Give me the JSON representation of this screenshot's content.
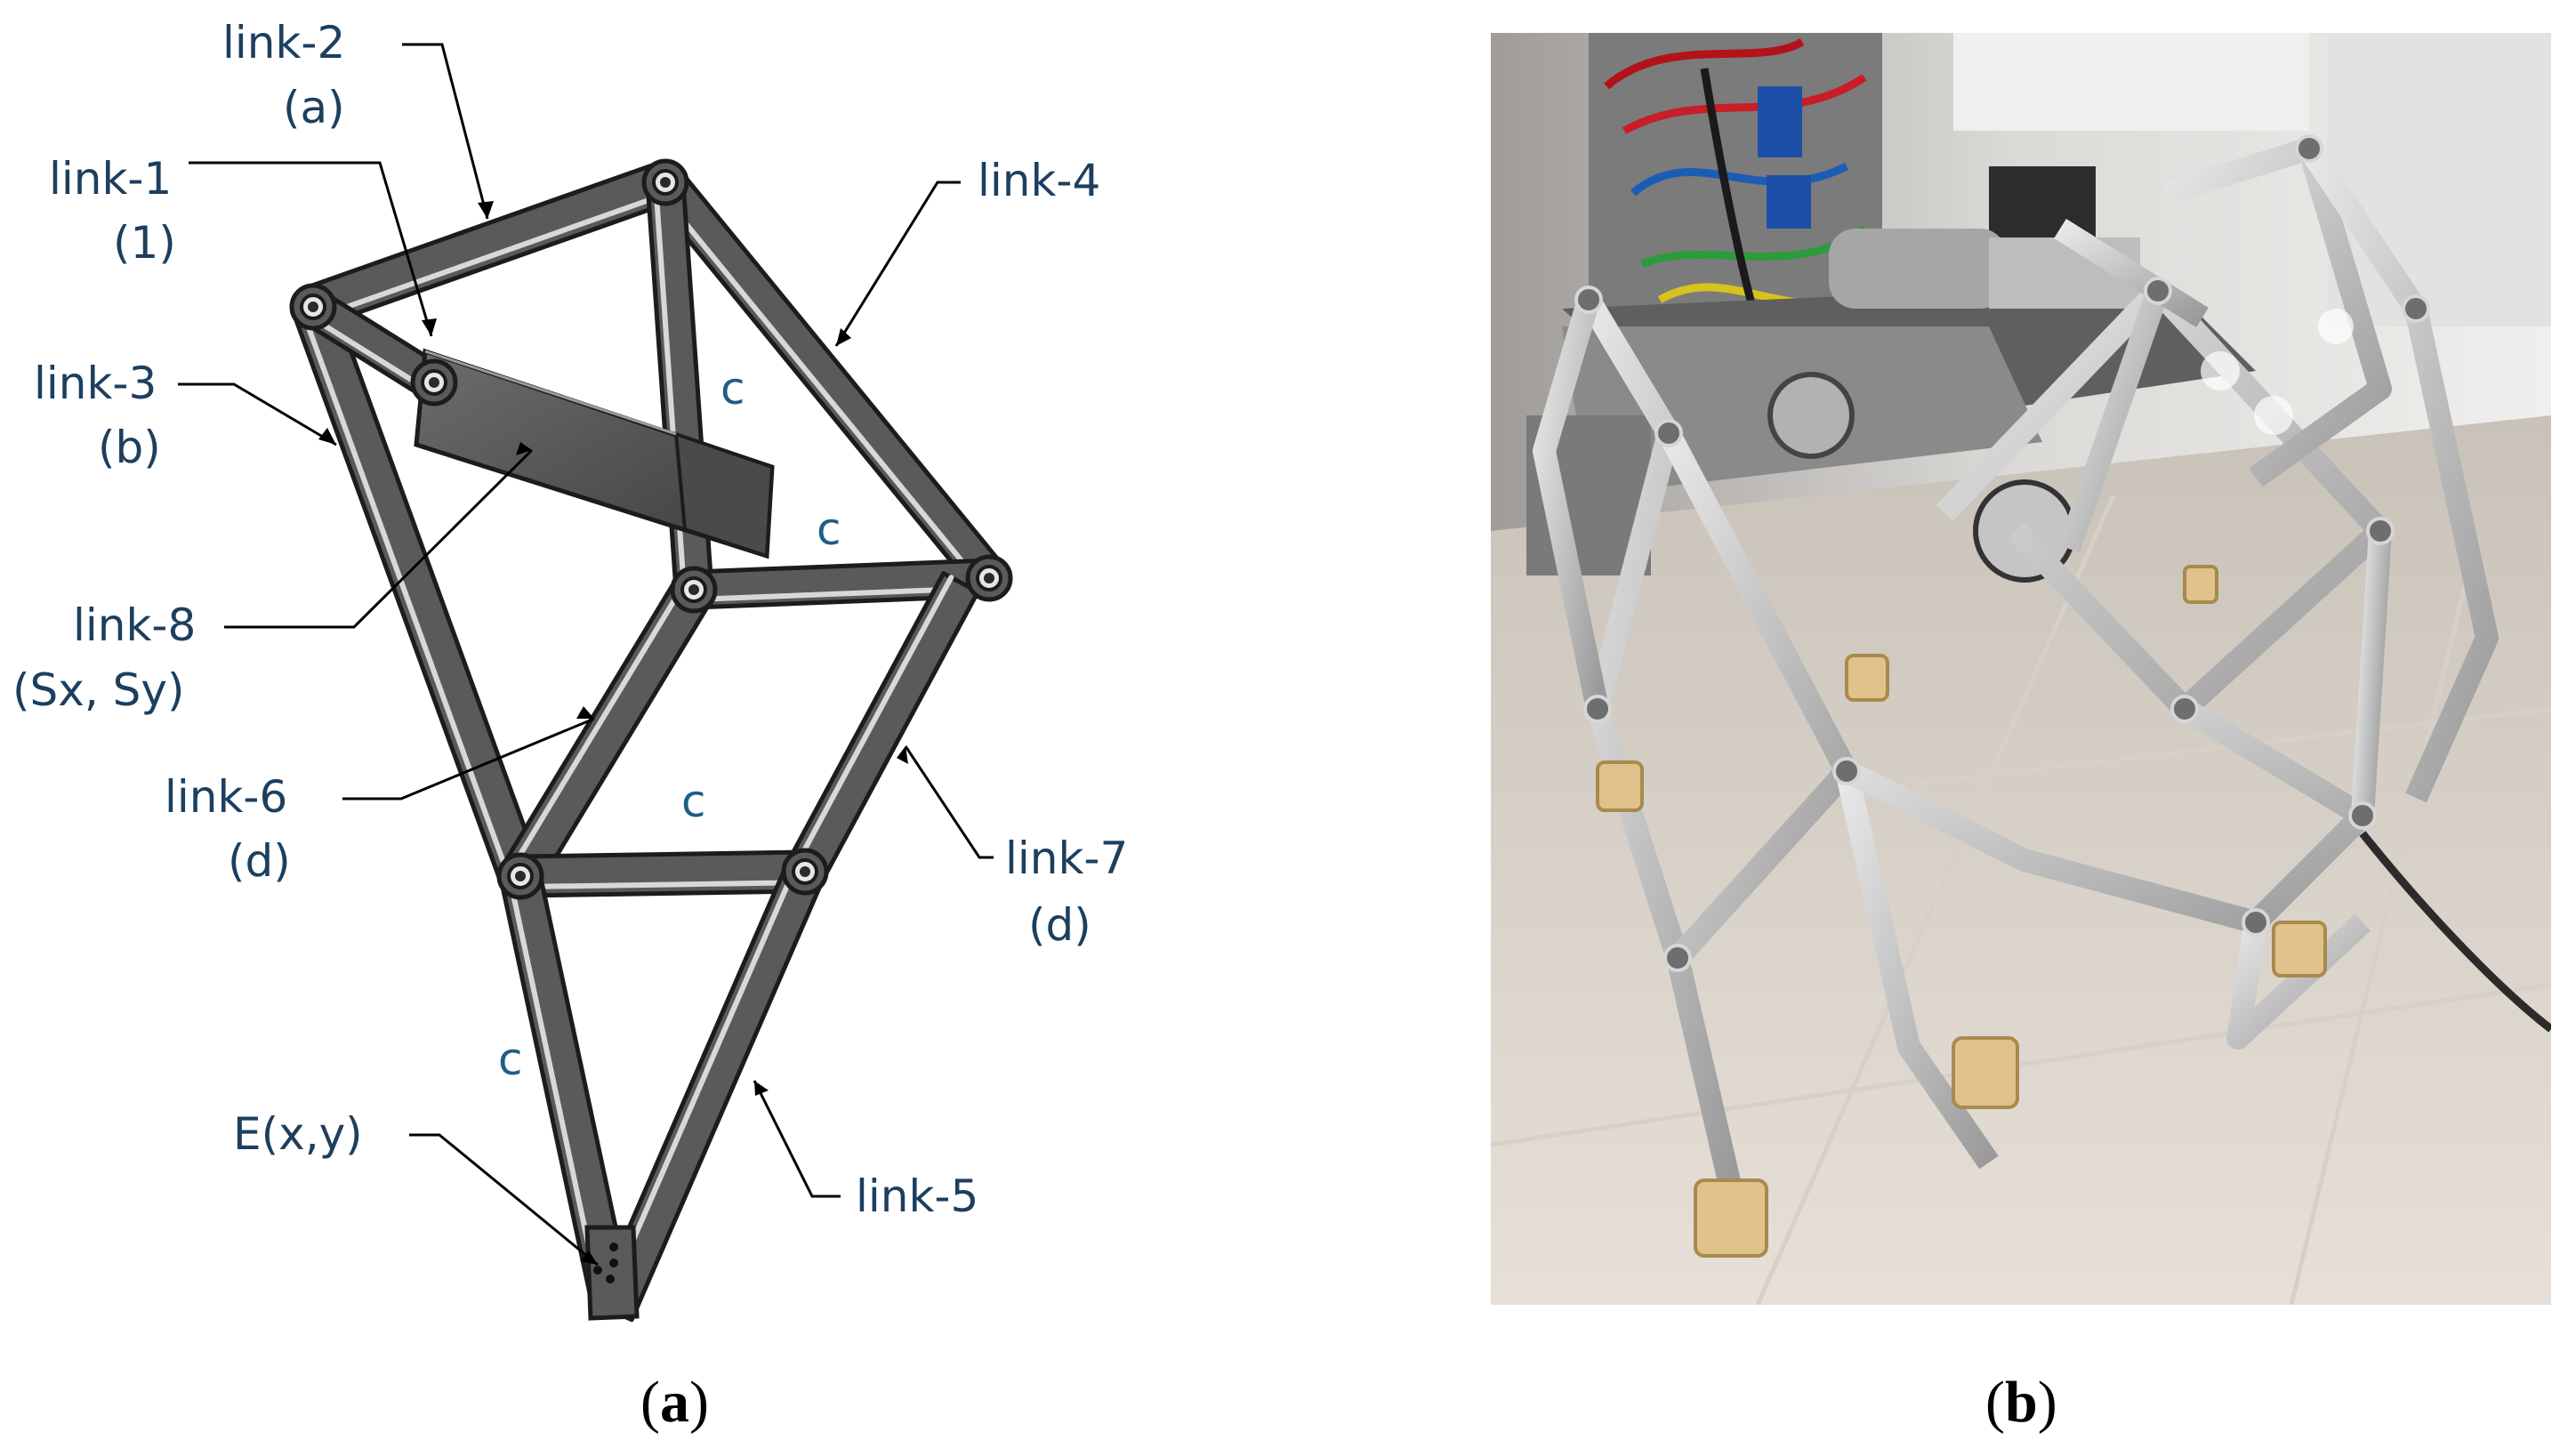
{
  "figure_a": {
    "panel": {
      "open": "(",
      "letter": "a",
      "close": ")"
    },
    "labels": {
      "link2": "link-2",
      "link2_param": "(a)",
      "link1": "link-1",
      "link1_param": "(1)",
      "link3": "link-3",
      "link3_param": "(b)",
      "link8": "link-8",
      "link8_param": "(Sx, Sy)",
      "link6": "link-6",
      "link6_param": "(d)",
      "link4": "link-4",
      "link7": "link-7",
      "link7_param": "(d)",
      "link5": "link-5",
      "end_point": "E(x,y)",
      "c1": "c",
      "c2": "c",
      "c3": "c",
      "c4": "c"
    }
  },
  "figure_b": {
    "panel": {
      "open": "(",
      "letter": "b",
      "close": ")"
    }
  },
  "colors": {
    "link_fill": "#5a5a5a",
    "link_edge": "#1c1c1c",
    "link_highlight": "#d8d8d8",
    "label_text": "#1c3f5e",
    "c_text": "#1c5f86"
  }
}
